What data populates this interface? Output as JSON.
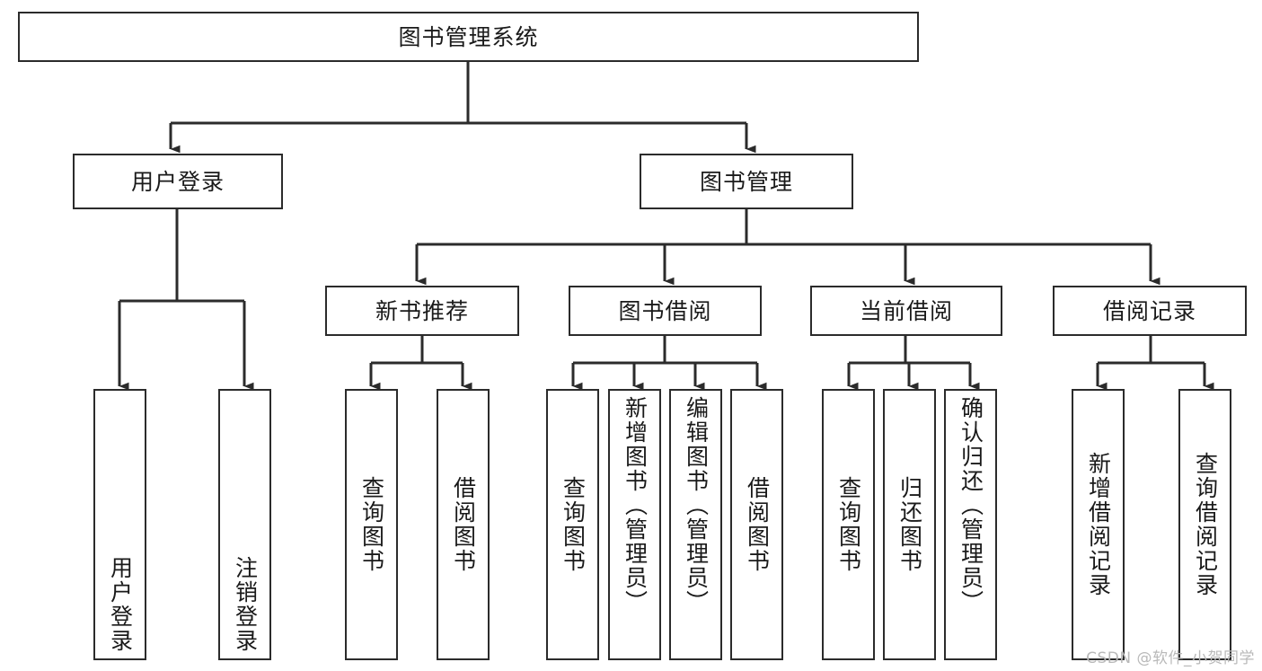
{
  "diagram": {
    "type": "tree-hierarchy",
    "title": "图书管理系统",
    "orientation": "top-down",
    "colors": {
      "box_border": "#2b2b2b",
      "box_fill": "#ffffff",
      "connector": "#2b2b2b",
      "text": "#1a1a1a",
      "watermark": "#b9b9b9",
      "background": "#ffffff"
    },
    "root": {
      "label": "图书管理系统"
    },
    "level2": [
      {
        "id": "user-login",
        "label": "用户登录"
      },
      {
        "id": "book-manage",
        "label": "图书管理"
      }
    ],
    "level3": [
      {
        "id": "new-book-recommend",
        "label": "新书推荐",
        "parent": "book-manage"
      },
      {
        "id": "book-borrow",
        "label": "图书借阅",
        "parent": "book-manage"
      },
      {
        "id": "current-borrow",
        "label": "当前借阅",
        "parent": "book-manage"
      },
      {
        "id": "borrow-record",
        "label": "借阅记录",
        "parent": "book-manage"
      }
    ],
    "leaves": {
      "user-login": [
        {
          "id": "leaf-user-login",
          "label": "用户登录"
        },
        {
          "id": "leaf-logout",
          "label": "注销登录"
        }
      ],
      "new-book-recommend": [
        {
          "id": "leaf-query-book-1",
          "label": "查询图书"
        },
        {
          "id": "leaf-borrow-book-1",
          "label": "借阅图书"
        }
      ],
      "book-borrow": [
        {
          "id": "leaf-query-book-2",
          "label": "查询图书"
        },
        {
          "id": "leaf-add-book",
          "label": "新增图书（管理员）"
        },
        {
          "id": "leaf-edit-book",
          "label": "编辑图书（管理员）"
        },
        {
          "id": "leaf-borrow-book-2",
          "label": "借阅图书"
        }
      ],
      "current-borrow": [
        {
          "id": "leaf-query-book-3",
          "label": "查询图书"
        },
        {
          "id": "leaf-return-book",
          "label": "归还图书"
        },
        {
          "id": "leaf-confirm-return",
          "label": "确认归还（管理员）"
        }
      ],
      "borrow-record": [
        {
          "id": "leaf-add-record",
          "label": "新增借阅记录"
        },
        {
          "id": "leaf-query-record",
          "label": "查询借阅记录"
        }
      ]
    }
  },
  "watermark": {
    "text": "CSDN @软件_小贺同学"
  }
}
